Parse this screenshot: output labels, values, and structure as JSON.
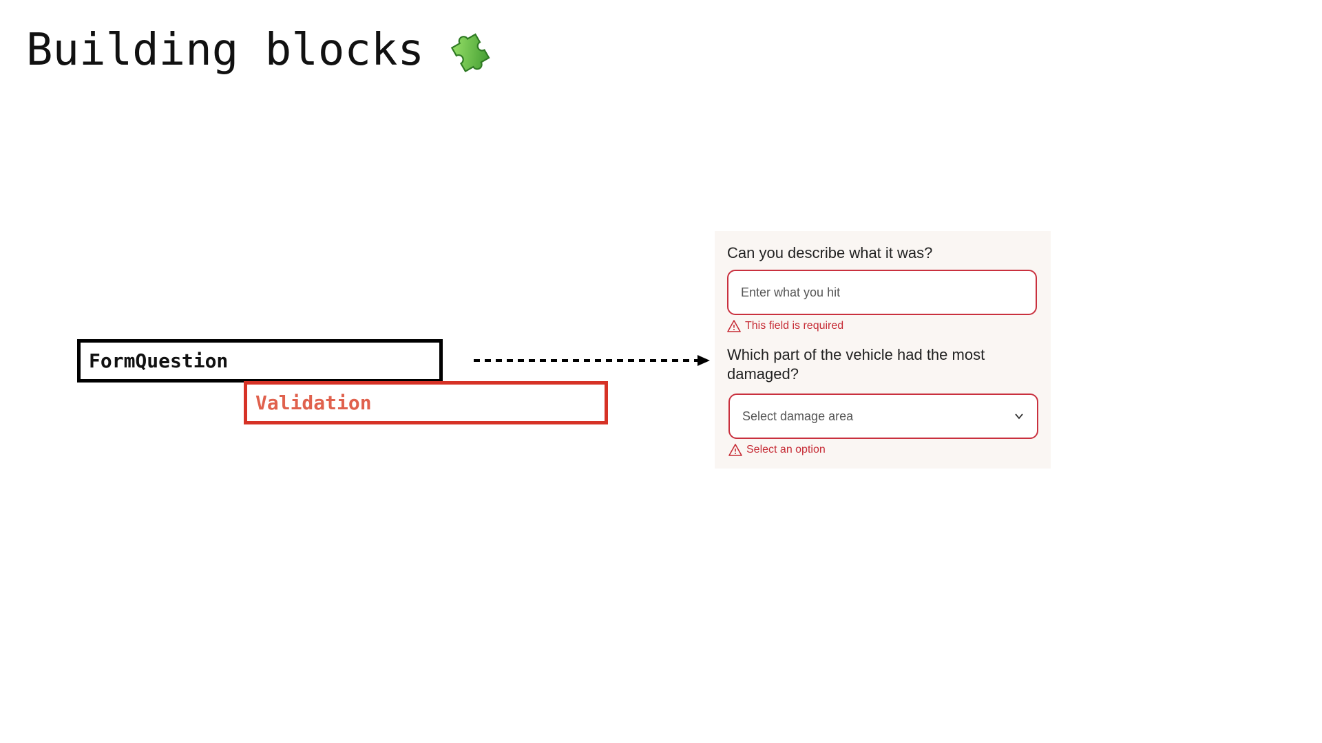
{
  "slide": {
    "title": "Building blocks",
    "title_icon": "puzzle-piece-icon"
  },
  "blocks": {
    "form_question": "FormQuestion",
    "validation": "Validation"
  },
  "form": {
    "question1": {
      "label": "Can you describe what it was?",
      "placeholder": "Enter what you hit",
      "error": "This field is required"
    },
    "question2": {
      "label": "Which part of the vehicle had the most damaged?",
      "select_placeholder": "Select damage area",
      "error": "Select an option"
    }
  },
  "colors": {
    "validation_red": "#d63226",
    "error_red": "#c62b35",
    "panel_bg": "#faf6f3"
  }
}
